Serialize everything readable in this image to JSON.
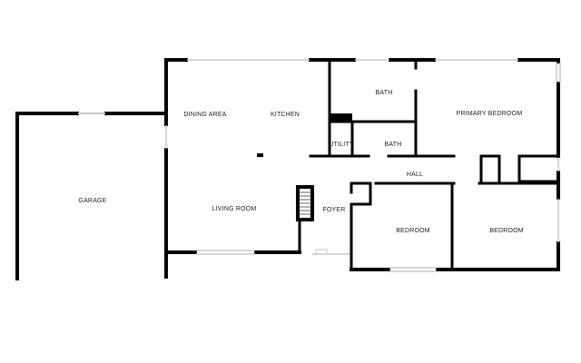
{
  "rooms": {
    "garage": "GARAGE",
    "dining_area": "DINING AREA",
    "kitchen": "KITCHEN",
    "bath_upper": "BATH",
    "bath_lower": "BATH",
    "utility": "UTILITY",
    "primary_bedroom": "PRIMARY BEDROOM",
    "hall": "HALL",
    "living_room": "LIVING ROOM",
    "foyer": "FOYER",
    "bedroom_left": "BEDROOM",
    "bedroom_right": "BEDROOM"
  },
  "colors": {
    "wall": "#000000",
    "window": "#c8c8c8",
    "background": "#ffffff"
  }
}
